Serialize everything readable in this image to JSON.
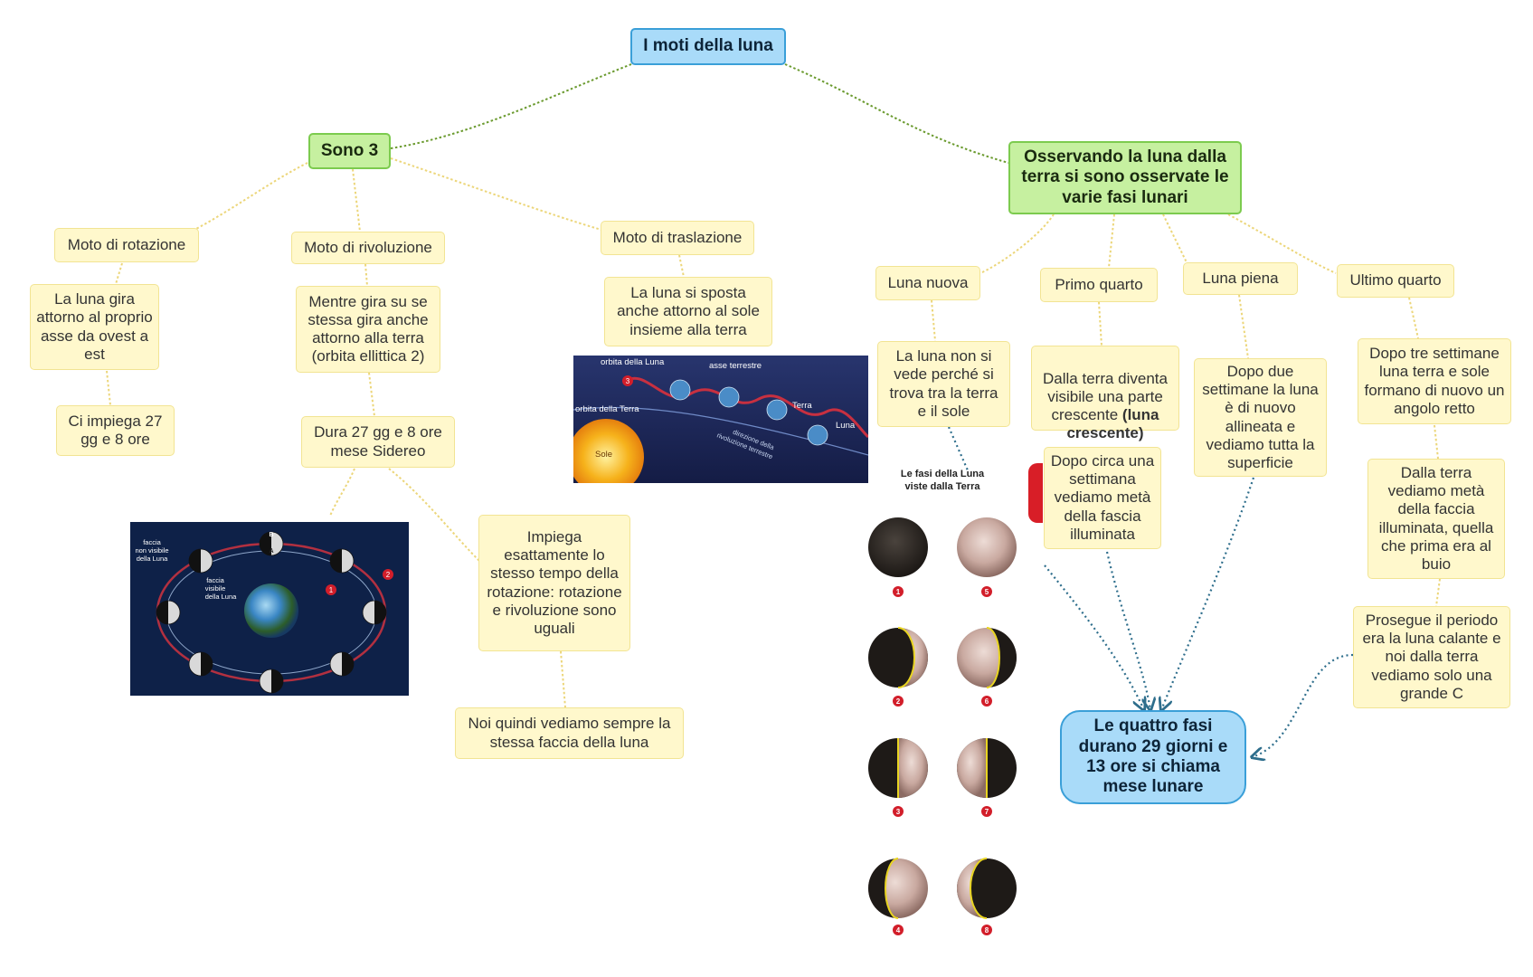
{
  "title": "I moti della luna",
  "branch_count": "Sono 3",
  "motions": {
    "rotation": {
      "label": "Moto di rotazione",
      "desc": "La luna gira attorno al proprio asse da ovest a est",
      "time": "Ci impiega 27 gg e 8 ore"
    },
    "revolution": {
      "label": "Moto di rivoluzione",
      "desc": "Mentre gira su se stessa gira anche attorno alla terra (orbita ellittica 2)",
      "duration": "Dura 27 gg e 8 ore mese Sidereo",
      "same_time": "Impiega esattamente lo stesso tempo della rotazione: rotazione e rivoluzione sono uguali",
      "result": "Noi quindi vediamo sempre la stessa faccia della luna"
    },
    "translation": {
      "label": "Moto di traslazione",
      "desc": "La luna si sposta anche attorno al sole insieme alla terra"
    }
  },
  "phases_header": "Osservando la luna dalla terra si sono osservate le varie fasi lunari",
  "phases": {
    "new": {
      "label": "Luna nuova",
      "desc": "La luna non si vede perché si trova tra la terra e il sole"
    },
    "first": {
      "label": "Primo quarto",
      "desc_plain": "Dalla terra diventa visibile una parte crescente ",
      "desc_bold": "(luna crescente)",
      "desc2": "Dopo circa una settimana vediamo metà della fascia illuminata"
    },
    "full": {
      "label": "Luna piena",
      "desc": "Dopo due settimane la luna è di nuovo allineata e vediamo tutta la superficie"
    },
    "last": {
      "label": "Ultimo quarto",
      "desc": "Dopo tre settimane luna terra e sole formano di nuovo un angolo retto",
      "desc2": "Dalla terra vediamo metà della faccia illuminata, quella che prima era al buio",
      "desc3": "Prosegue il periodo era la luna calante e noi dalla terra vediamo solo una grande C"
    }
  },
  "summary": "Le quattro fasi durano 29 giorni e 13 ore si chiama mese lunare",
  "images": {
    "orbit": {
      "label_hidden": "faccia\nnon visibile\ndella Luna",
      "label_visible": "faccia\nvisibile\ndella Luna",
      "marker_1": "1",
      "marker_2": "2",
      "face_a": "A",
      "face_b": "B"
    },
    "translation": {
      "label_moon_orbit": "orbita della Luna",
      "label_earth_orbit": "orbita della Terra",
      "label_axis": "asse terrestre",
      "label_earth": "Terra",
      "label_moon": "Luna",
      "label_sun": "Sole",
      "label_direction_1": "direzione della",
      "label_direction_2": "rivoluzione terrestre",
      "marker_3": "3"
    },
    "phases": {
      "title": "Le fasi della Luna\nviste dalla Terra",
      "numbers": [
        "1",
        "2",
        "3",
        "4",
        "5",
        "6",
        "7",
        "8"
      ]
    }
  },
  "colors": {
    "yellow_fill": "#fff8cc",
    "green_fill": "#c6f0a0",
    "blue_fill": "#a9dbf9",
    "connector_green": "#6a9a2e",
    "connector_yellow": "#ecd67a",
    "connector_blue": "#2e6e8c"
  }
}
